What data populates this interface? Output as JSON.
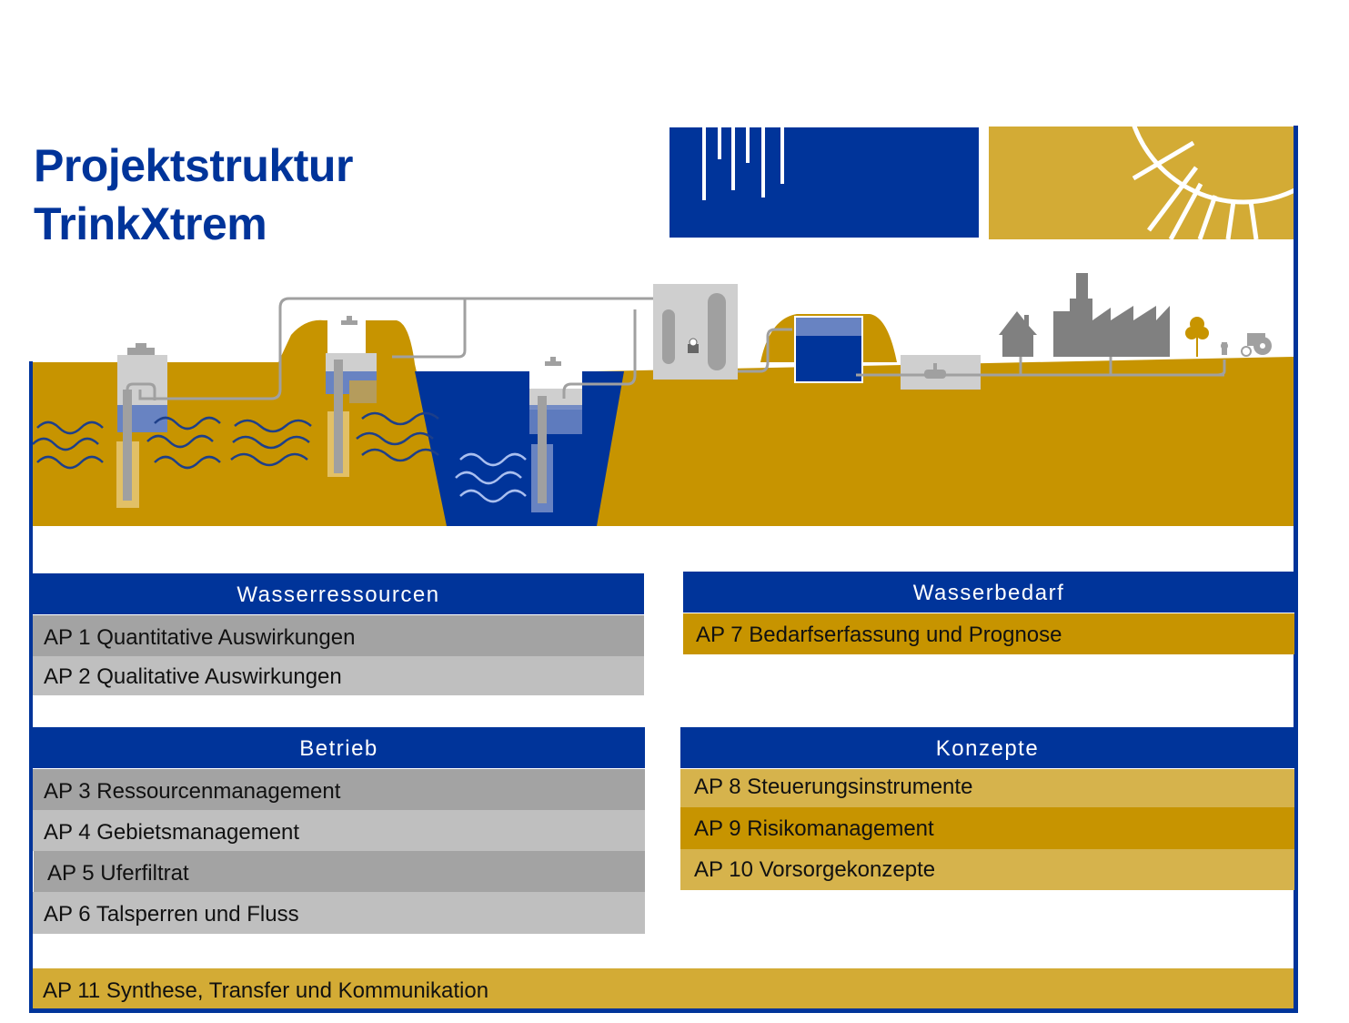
{
  "title": {
    "line1": "Projektstruktur",
    "line2": "TrinkXtrem"
  },
  "colors": {
    "primary_blue": "#00349a",
    "gold": "#c79400",
    "gold_light": "#d6b34c",
    "sun_gold": "#d3ab35",
    "gray_dark": "#a3a3a3",
    "gray_light": "#bfbfbf"
  },
  "illustration": {
    "icons": [
      "rain-icon",
      "sun-icon",
      "well-icon",
      "bank-filtration-icon",
      "reservoir-icon",
      "treatment-plant-icon",
      "water-tank-icon",
      "pump-icon",
      "house-icon",
      "factory-icon",
      "tree-icon",
      "hydrant-icon",
      "tractor-icon"
    ]
  },
  "groups": {
    "wasserressourcen": {
      "title": "Wasserressourcen",
      "items": [
        {
          "label": "AP 1 Quantitative Auswirkungen",
          "shade": "dark"
        },
        {
          "label": "AP 2 Qualitative Auswirkungen",
          "shade": "light"
        }
      ]
    },
    "wasserbedarf": {
      "title": "Wasserbedarf",
      "items": [
        {
          "label": "AP 7 Bedarfserfassung und Prognose",
          "shade": "dark"
        }
      ]
    },
    "betrieb": {
      "title": "Betrieb",
      "items": [
        {
          "label": "AP 3 Ressourcenmanagement",
          "shade": "dark"
        },
        {
          "label": "AP 4 Gebietsmanagement",
          "shade": "light"
        },
        {
          "label": "AP 5 Uferfiltrat",
          "shade": "dark"
        },
        {
          "label": "AP 6 Talsperren und Fluss",
          "shade": "light"
        }
      ]
    },
    "konzepte": {
      "title": "Konzepte",
      "items": [
        {
          "label": "AP 8 Steuerungsinstrumente",
          "shade": "light"
        },
        {
          "label": "AP 9 Risikomanagement",
          "shade": "dark"
        },
        {
          "label": "AP 10 Vorsorgekonzepte",
          "shade": "light"
        }
      ]
    }
  },
  "synthese": {
    "label": "AP 11 Synthese, Transfer und Kommunikation"
  }
}
